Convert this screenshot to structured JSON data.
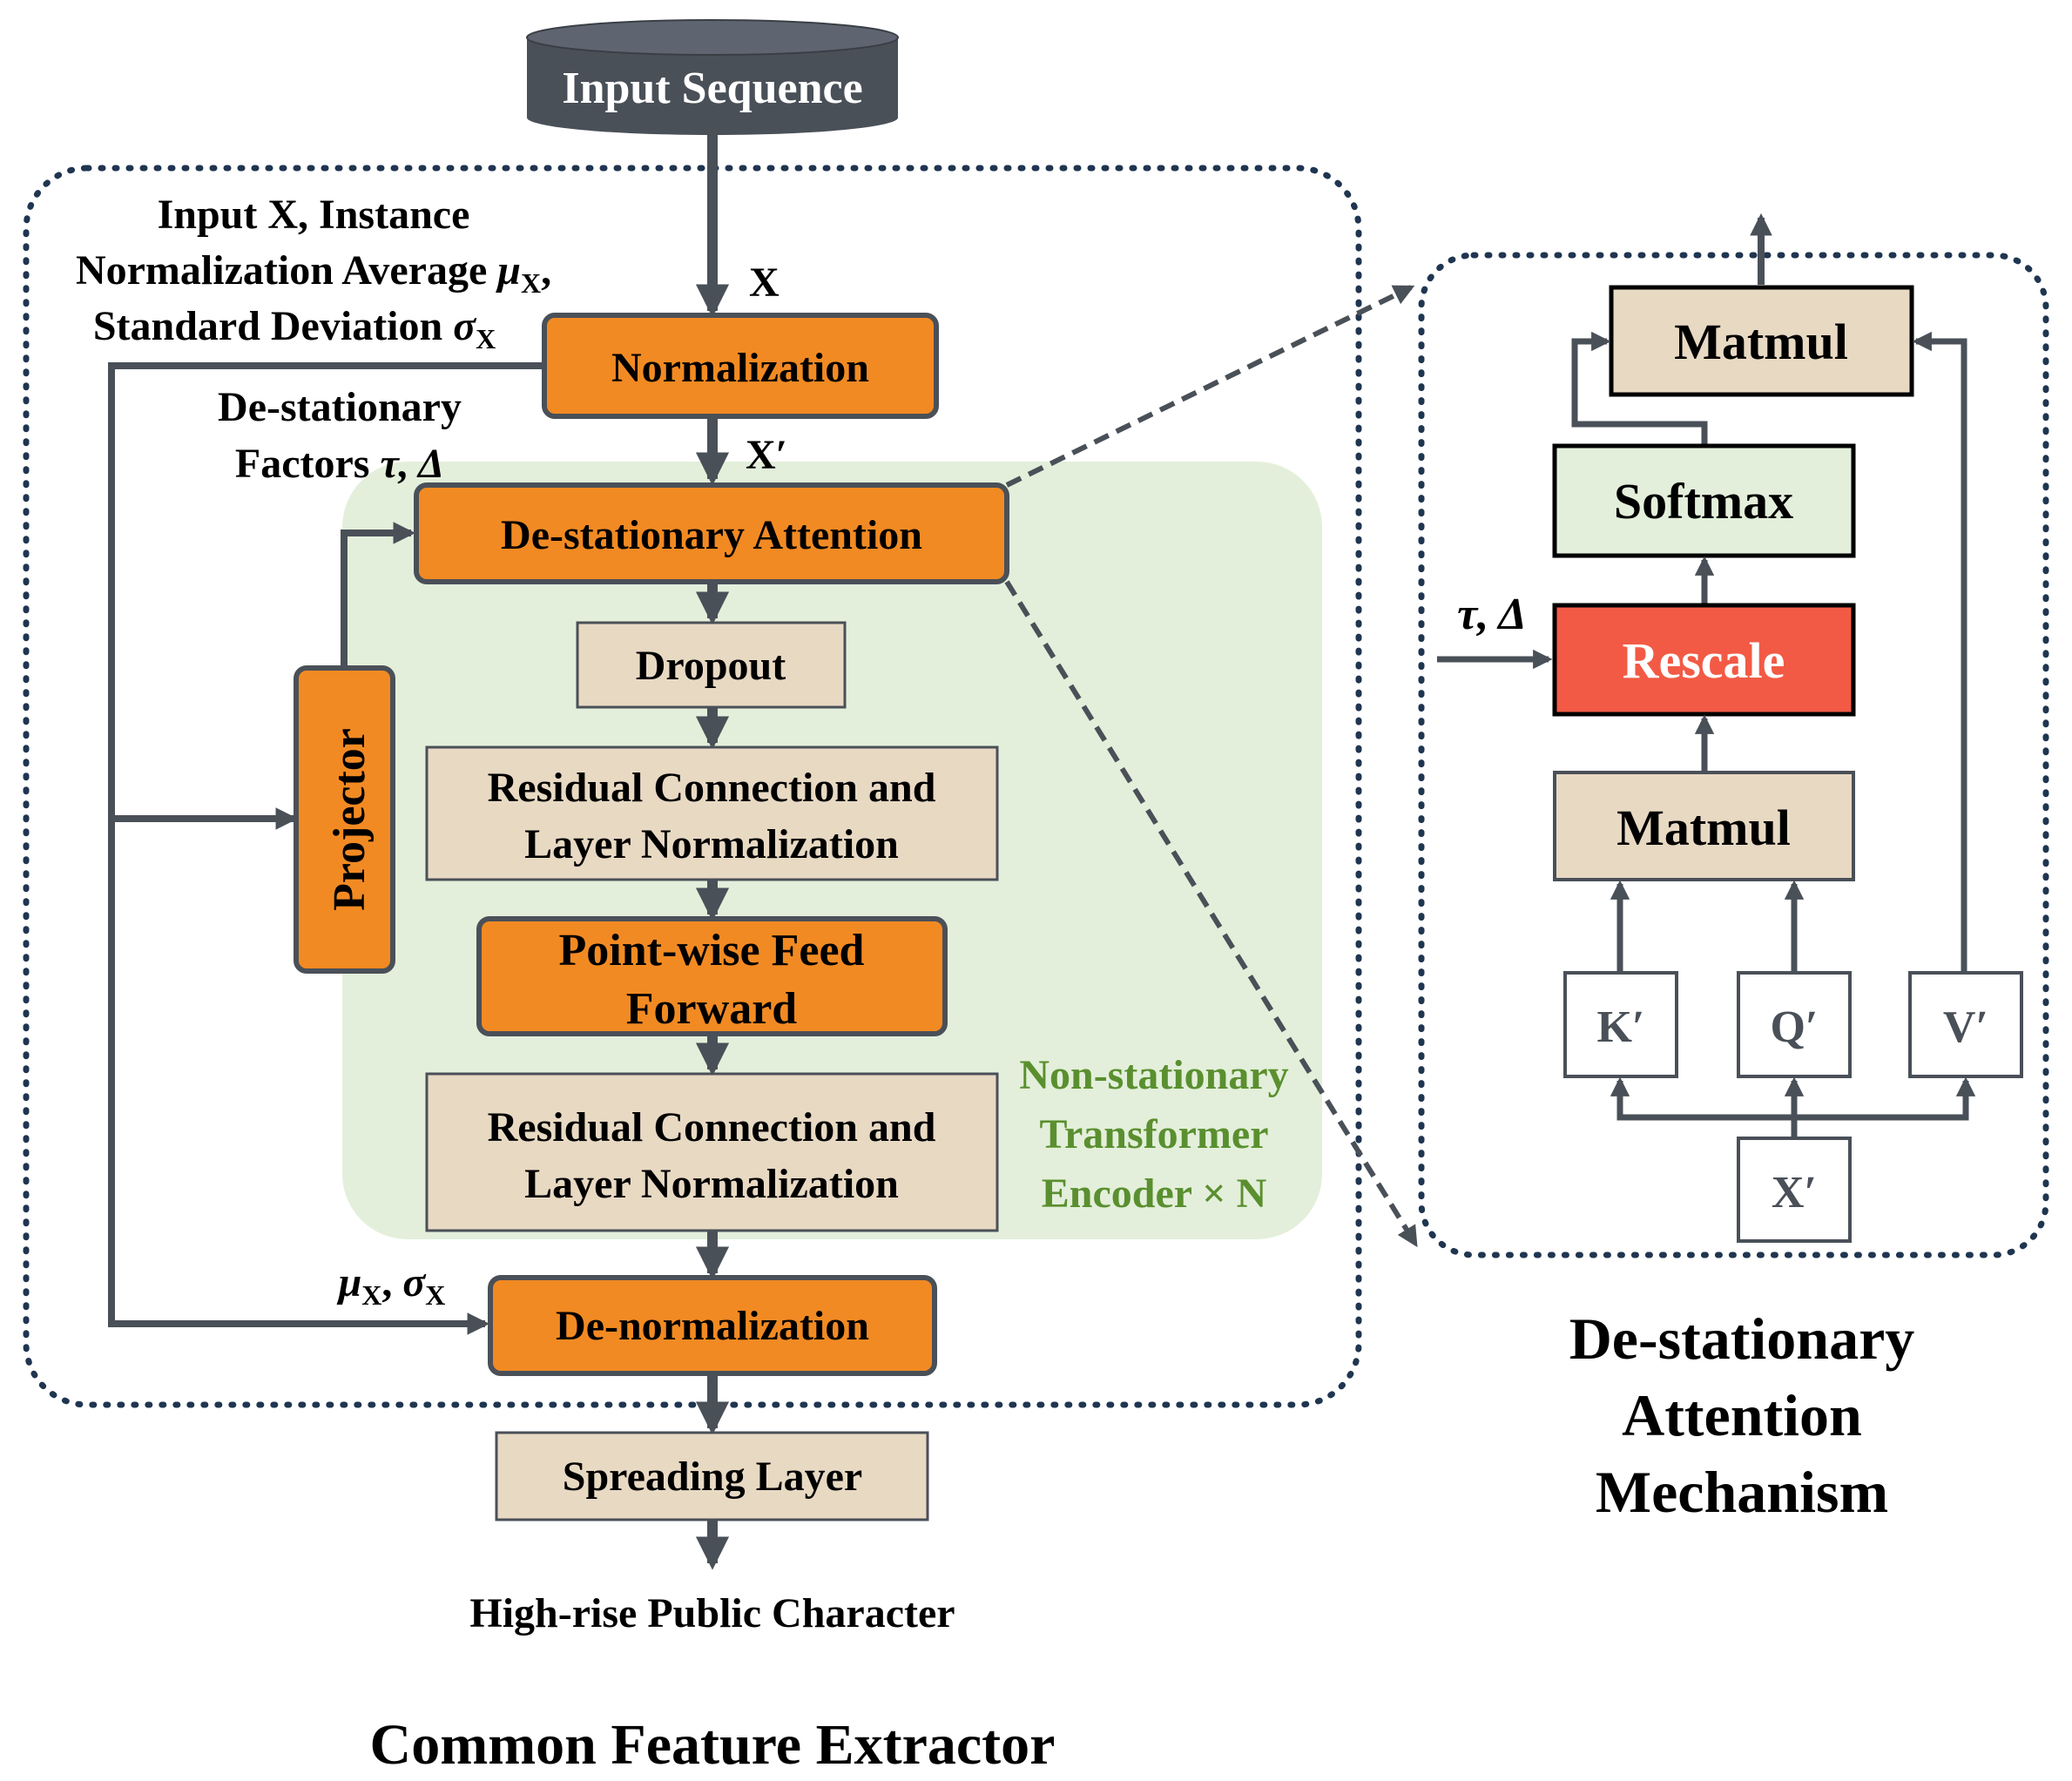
{
  "left_panel": {
    "input_sequence": "Input Sequence",
    "side_text_1": {
      "line1": "Input X, Instance",
      "line2_prefix": "Normalization Average ",
      "line2_symbol": "μ",
      "line2_sub": "X",
      "line2_suffix": ",",
      "line3_prefix": "Standard Deviation ",
      "line3_symbol": "σ",
      "line3_sub": "X"
    },
    "side_text_2": {
      "line1": "De-stationary",
      "line2_prefix": "Factors ",
      "line2_symbols": "τ, Δ"
    },
    "arrow_label_x": "X",
    "arrow_label_x_prime": "X′",
    "normalization": "Normalization",
    "destationary_attention": "De-stationary Attention",
    "dropout": "Dropout",
    "residual_1": {
      "line1": "Residual Connection and",
      "line2": "Layer Normalization"
    },
    "pointwise_ff": {
      "line1": "Point-wise Feed",
      "line2": "Forward"
    },
    "residual_2": {
      "line1": "Residual Connection and",
      "line2": "Layer Normalization"
    },
    "projector": "Projector",
    "encoder_label": {
      "line1": "Non-stationary",
      "line2": "Transformer",
      "line3": "Encoder × N"
    },
    "denorm_label": {
      "mu": "μ",
      "mu_sub": "X",
      "sep": ", ",
      "sigma": "σ",
      "sigma_sub": "X"
    },
    "denormalization": "De-normalization",
    "spreading_layer": "Spreading Layer",
    "output": "High-rise Public Character",
    "caption": "Common Feature Extractor"
  },
  "right_panel": {
    "matmul_top": "Matmul",
    "softmax": "Softmax",
    "rescale": "Rescale",
    "rescale_input": "τ, Δ",
    "matmul_bottom": "Matmul",
    "k_prime": "K′",
    "q_prime": "Q′",
    "v_prime": "V′",
    "x_prime": "X′",
    "caption": {
      "line1": "De-stationary",
      "line2": "Attention",
      "line3": "Mechanism"
    }
  },
  "colors": {
    "orange": "#F28A23",
    "tan": "#E8D9C3",
    "green_light": "#E3EFDA",
    "red": "#F25A45",
    "dark_gray": "#4A5058",
    "green_text": "#5A8F2F",
    "dotted_border": "#1F3550"
  }
}
